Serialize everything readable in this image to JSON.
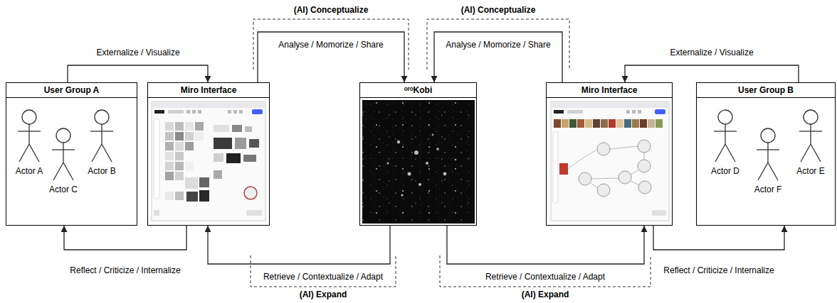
{
  "diagram": {
    "nodes": [
      {
        "text": [
          "User Group A"
        ]
      },
      {
        "text": [
          "Actor A"
        ],
        "in": 0
      },
      {
        "text": [
          "Actor C"
        ],
        "in": 0
      },
      {
        "text": [
          "Actor B"
        ],
        "in": 0
      },
      {
        "text": [
          "Miro Interface"
        ]
      },
      {
        "text": [
          "ᵒʳᵒKobi"
        ]
      },
      {
        "text": [
          "Miro Interface"
        ]
      },
      {
        "text": [
          "User Group B"
        ]
      },
      {
        "text": [
          "Actor D"
        ],
        "in": 7
      },
      {
        "text": [
          "Actor F"
        ],
        "in": 7
      },
      {
        "text": [
          "Actor E"
        ],
        "in": 7
      }
    ],
    "edges": [
      {
        "from": 0,
        "to": 4,
        "arrow": "to",
        "label": "Externalize / Visualize"
      },
      {
        "from": 4,
        "to": 0,
        "arrow": "to",
        "label": "Reflect / Criticize / Internalize"
      },
      {
        "from": 4,
        "to": 5,
        "arrow": "to",
        "label": "Analyse / Momorize / Share"
      },
      {
        "from": 5,
        "to": 4,
        "arrow": "to",
        "label": "Retrieve / Contextualize / Adapt"
      },
      {
        "from": 6,
        "to": 5,
        "arrow": "to",
        "label": "Analyse / Momorize / Share"
      },
      {
        "from": 5,
        "to": 6,
        "arrow": "to",
        "label": "Retrieve / Contextualize / Adapt"
      },
      {
        "from": 7,
        "to": 6,
        "arrow": "to",
        "label": "Externalize / Visualize"
      },
      {
        "from": 6,
        "to": 7,
        "arrow": "to",
        "label": "Reflect / Criticize / Internalize"
      }
    ],
    "labels": [
      "(AI) Conceptualize",
      "(AI) Conceptualize",
      "(AI) Expand",
      "(AI) Expand"
    ]
  }
}
